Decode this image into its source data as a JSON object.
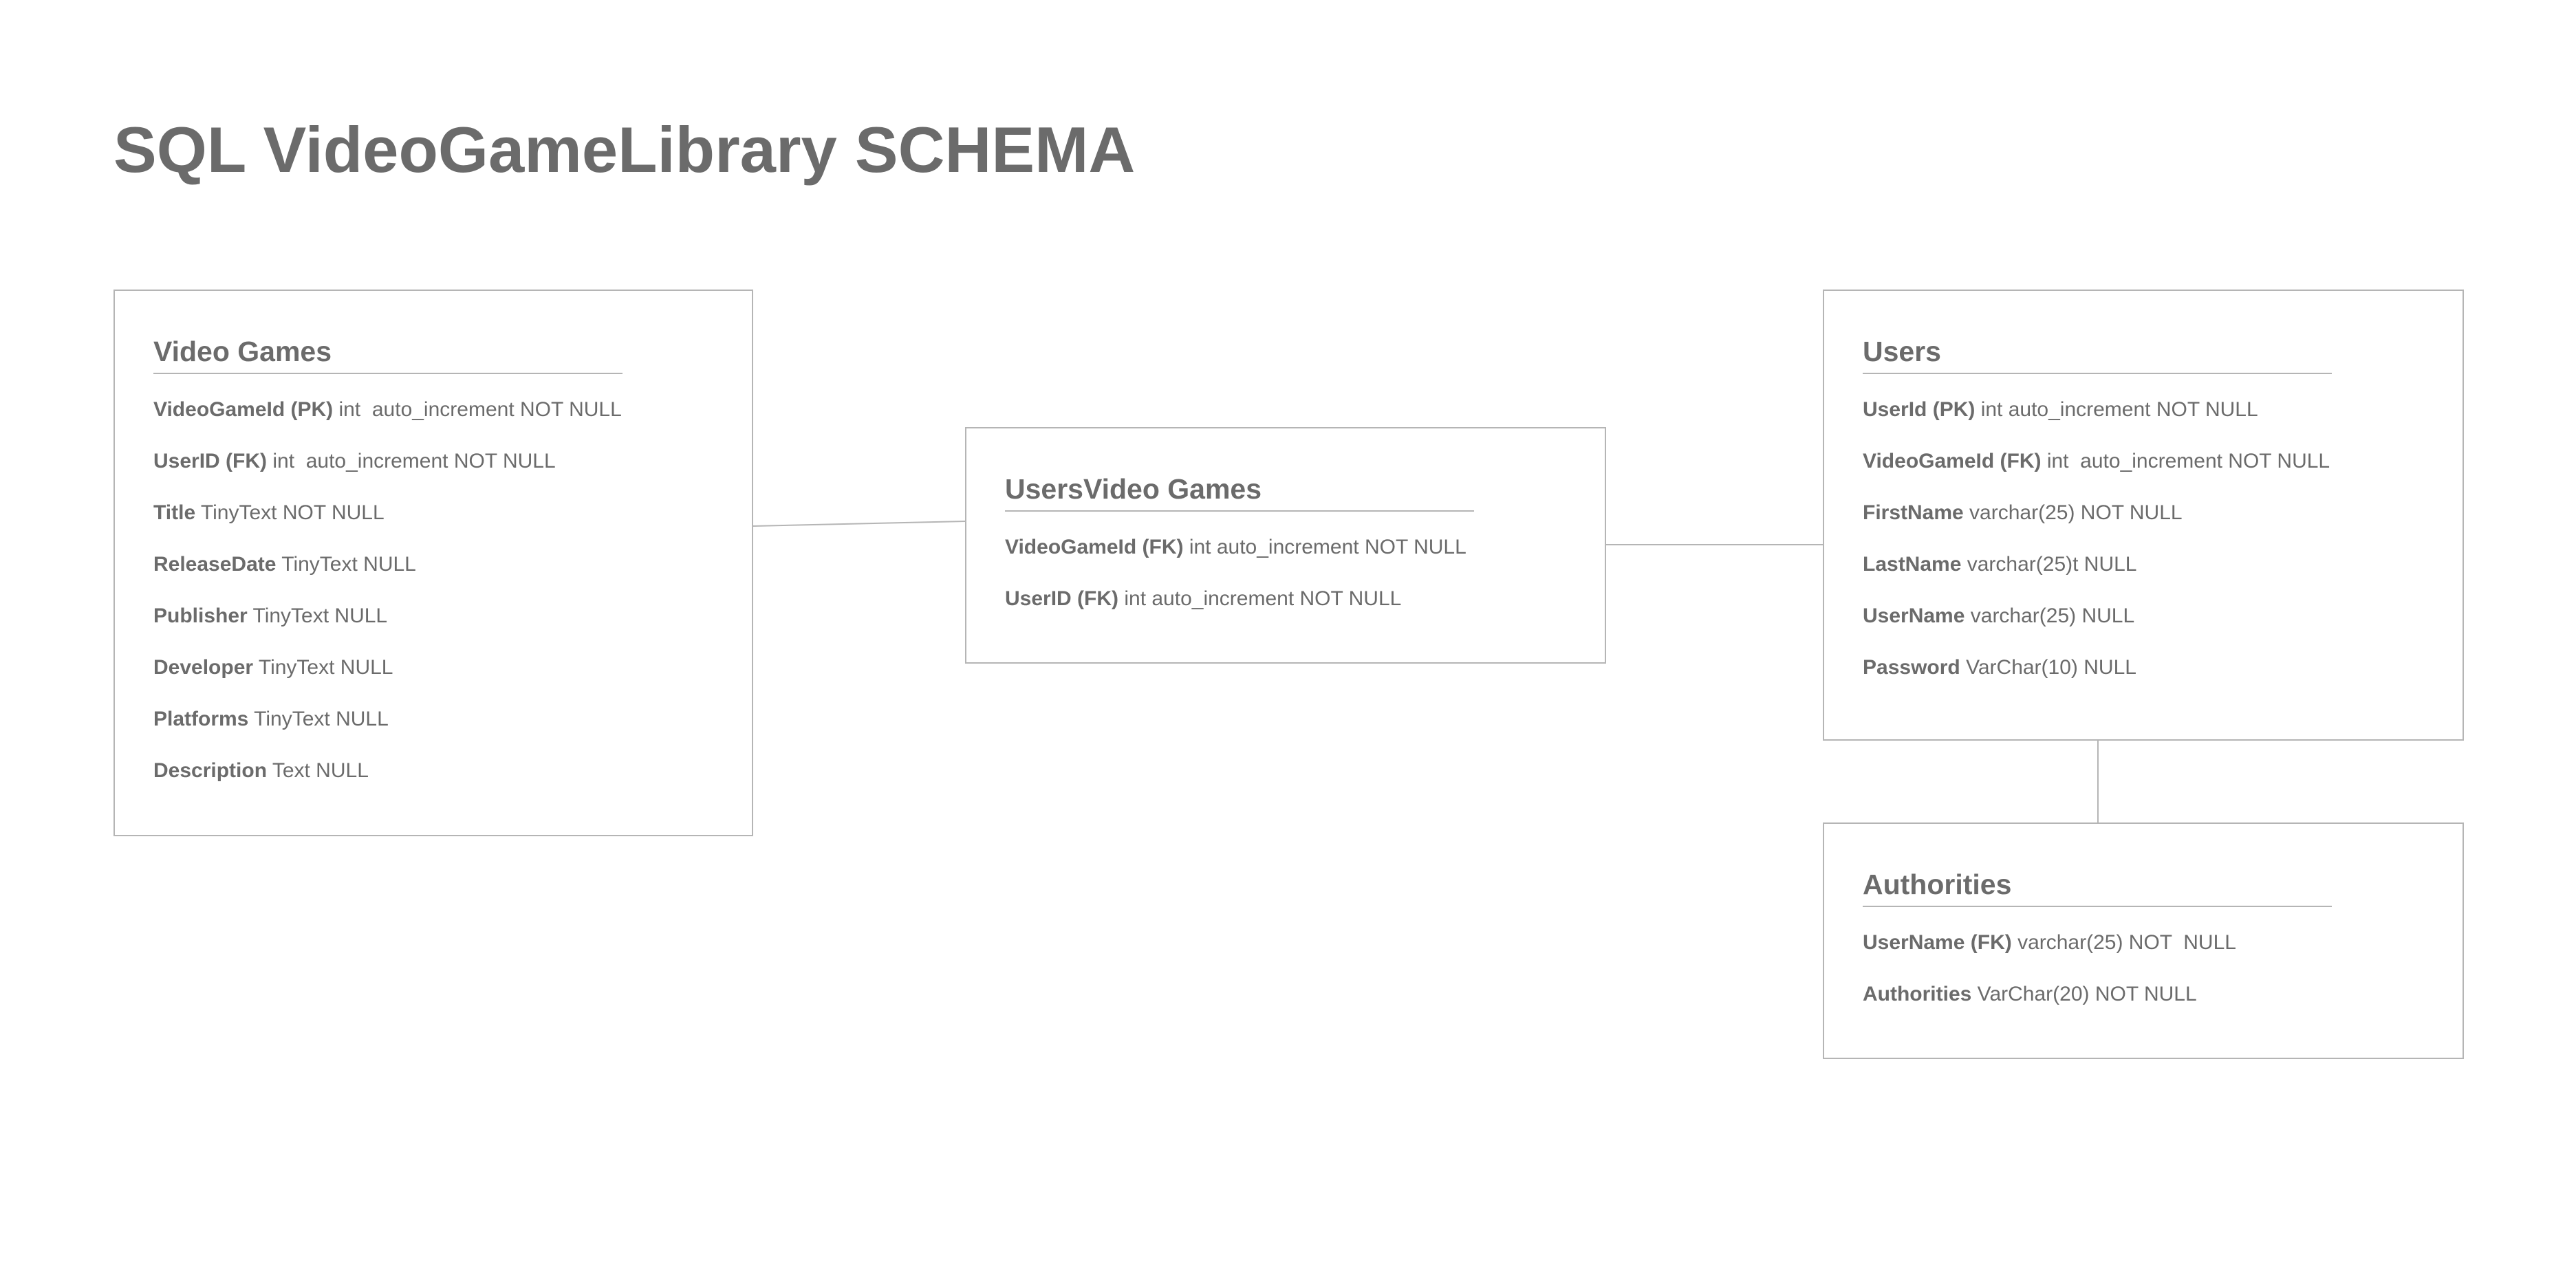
{
  "page": {
    "title": "SQL VideoGameLibrary SCHEMA"
  },
  "colors": {
    "text": "#6b6b6b",
    "border": "#b5b5b5",
    "background": "#ffffff"
  },
  "tables": {
    "video_games": {
      "title": "Video Games",
      "fields": [
        {
          "name": "VideoGameId (PK)",
          "type": " int  auto_increment NOT NULL"
        },
        {
          "name": "UserID (FK)",
          "type": " int  auto_increment NOT NULL"
        },
        {
          "name": "Title",
          "type": " TinyText NOT NULL"
        },
        {
          "name": "ReleaseDate",
          "type": " TinyText NULL"
        },
        {
          "name": "Publisher",
          "type": " TinyText NULL"
        },
        {
          "name": "Developer",
          "type": " TinyText NULL"
        },
        {
          "name": "Platforms",
          "type": " TinyText NULL"
        },
        {
          "name": "Description",
          "type": " Text NULL"
        }
      ]
    },
    "users_video_games": {
      "title": "UsersVideo Games",
      "fields": [
        {
          "name": "VideoGameId (FK)",
          "type": " int auto_increment NOT NULL"
        },
        {
          "name": "UserID (FK)",
          "type": " int auto_increment NOT NULL"
        }
      ]
    },
    "users": {
      "title": "Users",
      "fields": [
        {
          "name": "UserId (PK)",
          "type": " int auto_increment NOT NULL"
        },
        {
          "name": "VideoGameId (FK)",
          "type": " int  auto_increment NOT NULL"
        },
        {
          "name": "FirstName",
          "type": " varchar(25) NOT NULL"
        },
        {
          "name": "LastName",
          "type": " varchar(25)t NULL"
        },
        {
          "name": "UserName",
          "type": " varchar(25) NULL"
        },
        {
          "name": "Password",
          "type": " VarChar(10) NULL"
        }
      ]
    },
    "authorities": {
      "title": "Authorities",
      "fields": [
        {
          "name": "UserName (FK)",
          "type": " varchar(25) NOT  NULL"
        },
        {
          "name": "Authorities",
          "type": " VarChar(20) NOT NULL"
        }
      ]
    }
  }
}
